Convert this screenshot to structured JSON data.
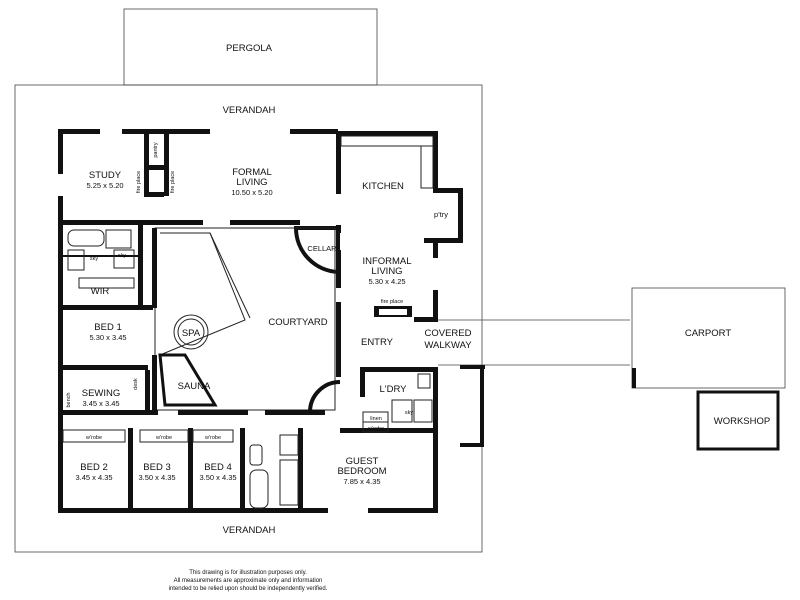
{
  "outdoor": {
    "pergola": "PERGOLA",
    "verandah_top": "VERANDAH",
    "verandah_bottom": "VERANDAH",
    "covered_walkway_line1": "COVERED",
    "covered_walkway_line2": "WALKWAY",
    "carport": "CARPORT",
    "workshop": "WORKSHOP"
  },
  "rooms": {
    "study": {
      "name": "STUDY",
      "dims": "5.25 x 5.20"
    },
    "formal_living": {
      "name_line1": "FORMAL",
      "name_line2": "LIVING",
      "dims": "10.50 x 5.20"
    },
    "kitchen": {
      "name": "KITCHEN"
    },
    "pantry": {
      "name": "p'try"
    },
    "cellar": {
      "name": "CELLAR"
    },
    "informal_living": {
      "name_line1": "INFORMAL",
      "name_line2": "LIVING",
      "dims": "5.30 x 4.25"
    },
    "wir": {
      "name": "WIR"
    },
    "bed1": {
      "name": "BED 1",
      "dims": "5.30 x 3.45"
    },
    "spa": {
      "name": "SPA"
    },
    "courtyard": {
      "name": "COURTYARD"
    },
    "sauna": {
      "name": "SAUNA"
    },
    "entry": {
      "name": "ENTRY"
    },
    "laundry": {
      "name": "L'DRY"
    },
    "sewing": {
      "name": "SEWING",
      "dims": "3.45 x 3.45"
    },
    "bed2": {
      "name": "BED 2",
      "dims": "3.45 x 4.35"
    },
    "bed3": {
      "name": "BED 3",
      "dims": "3.50 x 4.35"
    },
    "bed4": {
      "name": "BED 4",
      "dims": "3.50 x 4.35"
    },
    "guest": {
      "name_line1": "GUEST",
      "name_line2": "BEDROOM",
      "dims": "7.85 x 4.35"
    }
  },
  "fixtures": {
    "fire_place": "fire place",
    "pantry_small": "pantry",
    "sky": "sky",
    "linen": "linen",
    "wrobe": "w'robe",
    "desk": "desk",
    "bench": "bench"
  },
  "disclaimer": {
    "line1": "This drawing is for illustration purposes only.",
    "line2": "All measurements are approximate only and information",
    "line3": "intended to be relied upon should be independently verified."
  }
}
